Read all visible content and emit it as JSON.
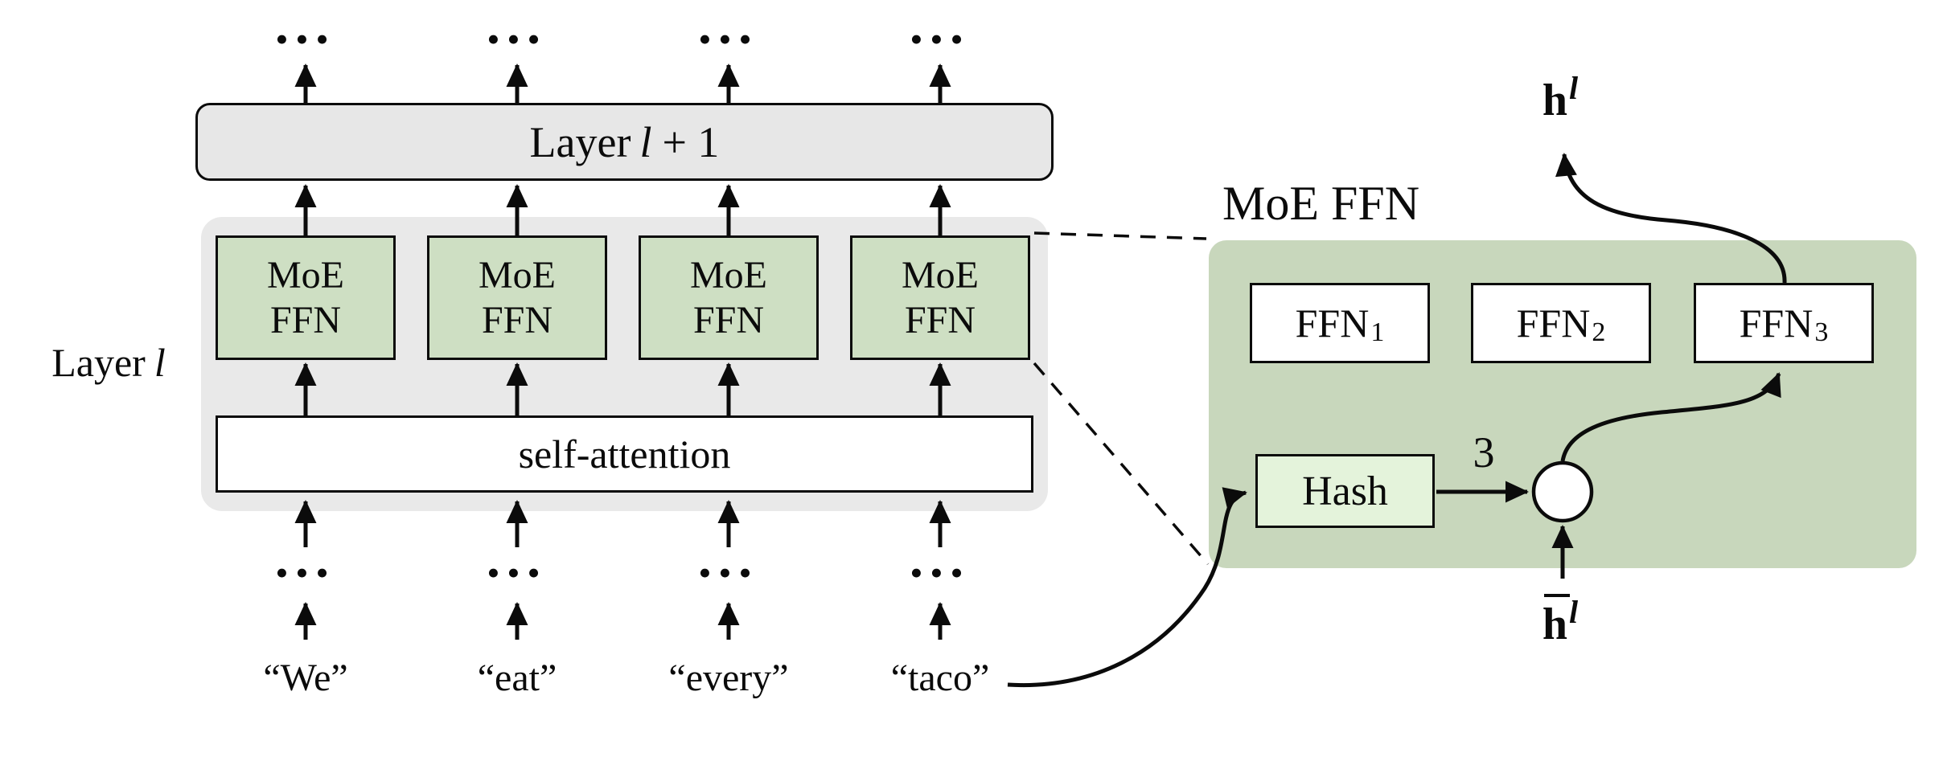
{
  "colors": {
    "background": "#ffffff",
    "layer_box_fill": "#e7e7e7",
    "layer_region_fill": "#e9e9e9",
    "moe_box_fill": "#cedfc3",
    "panel_fill": "#c8d7bc",
    "hash_fill": "#e4f3db",
    "expert_fill": "#ffffff",
    "line": "#0b0b0b"
  },
  "transformer": {
    "layer_above": {
      "word": "Layer",
      "index_var": "l",
      "suffix": "+ 1"
    },
    "layer_current": {
      "word": "Layer",
      "index_var": "l"
    },
    "moe_cell": {
      "line1": "MoE",
      "line2": "FFN"
    },
    "self_attention_label": "self-attention",
    "tokens": [
      "“We”",
      "“eat”",
      "“every”",
      "“taco”"
    ],
    "ellipsis": "•••"
  },
  "moe_detail": {
    "title": "MoE FFN",
    "experts": [
      {
        "name": "FFN",
        "sub": "1"
      },
      {
        "name": "FFN",
        "sub": "2"
      },
      {
        "name": "FFN",
        "sub": "3"
      }
    ],
    "hash_label": "Hash",
    "selected_expert_index": "3",
    "output_vector": {
      "base": "h",
      "sup": "l"
    },
    "input_vector": {
      "base": "h",
      "sup": "l",
      "has_bar": true
    }
  }
}
